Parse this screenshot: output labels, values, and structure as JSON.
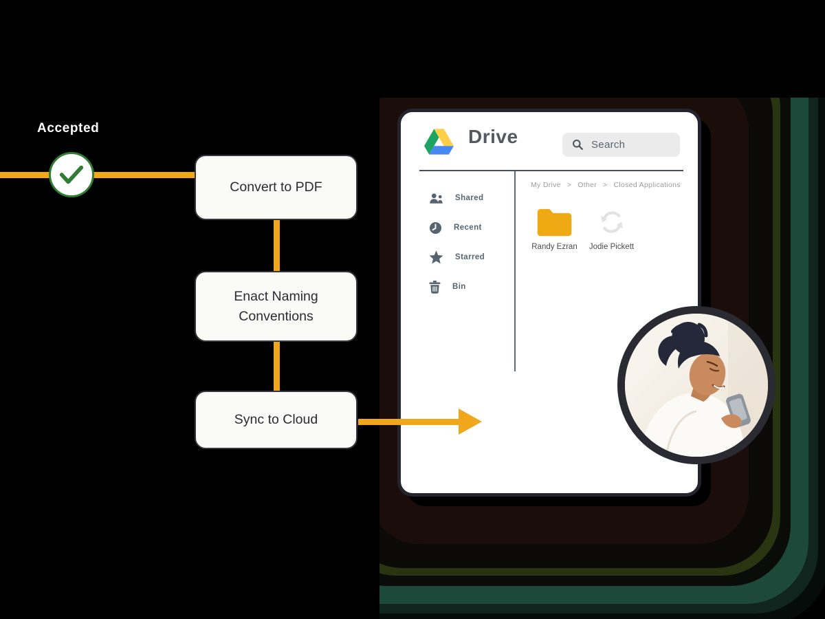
{
  "flowchart": {
    "status_label": "Accepted",
    "steps": [
      {
        "id": "convert",
        "label": "Convert to PDF"
      },
      {
        "id": "naming",
        "label": "Enact Naming Conventions"
      },
      {
        "id": "sync",
        "label": "Sync to Cloud"
      }
    ]
  },
  "drive_window": {
    "app_name": "Drive",
    "search": {
      "placeholder": "Search"
    },
    "sidebar": [
      {
        "label": "Shared",
        "icon": "people-icon"
      },
      {
        "label": "Recent",
        "icon": "clock-icon"
      },
      {
        "label": "Starred",
        "icon": "star-icon"
      },
      {
        "label": "Bin",
        "icon": "trash-icon"
      }
    ],
    "breadcrumb": {
      "separator": ">",
      "items": [
        "My Drive",
        "Other",
        "Closed Applications"
      ]
    },
    "files": [
      {
        "name": "Randy Ezran",
        "icon": "folder-icon"
      },
      {
        "name": "Jodie Pickett",
        "icon": "sync-icon"
      }
    ]
  },
  "colors": {
    "accent_orange": "#F0A71D",
    "accepted_green": "#2F7D32",
    "glow_teal": "#1D4B3C",
    "glow_olive": "#2C3811",
    "window_border": "#24242E",
    "slate_icon": "#566471",
    "drive_green": "#1DA462",
    "drive_yellow": "#FFCF48",
    "drive_blue": "#4688F1",
    "folder_yellow": "#EFA913"
  }
}
